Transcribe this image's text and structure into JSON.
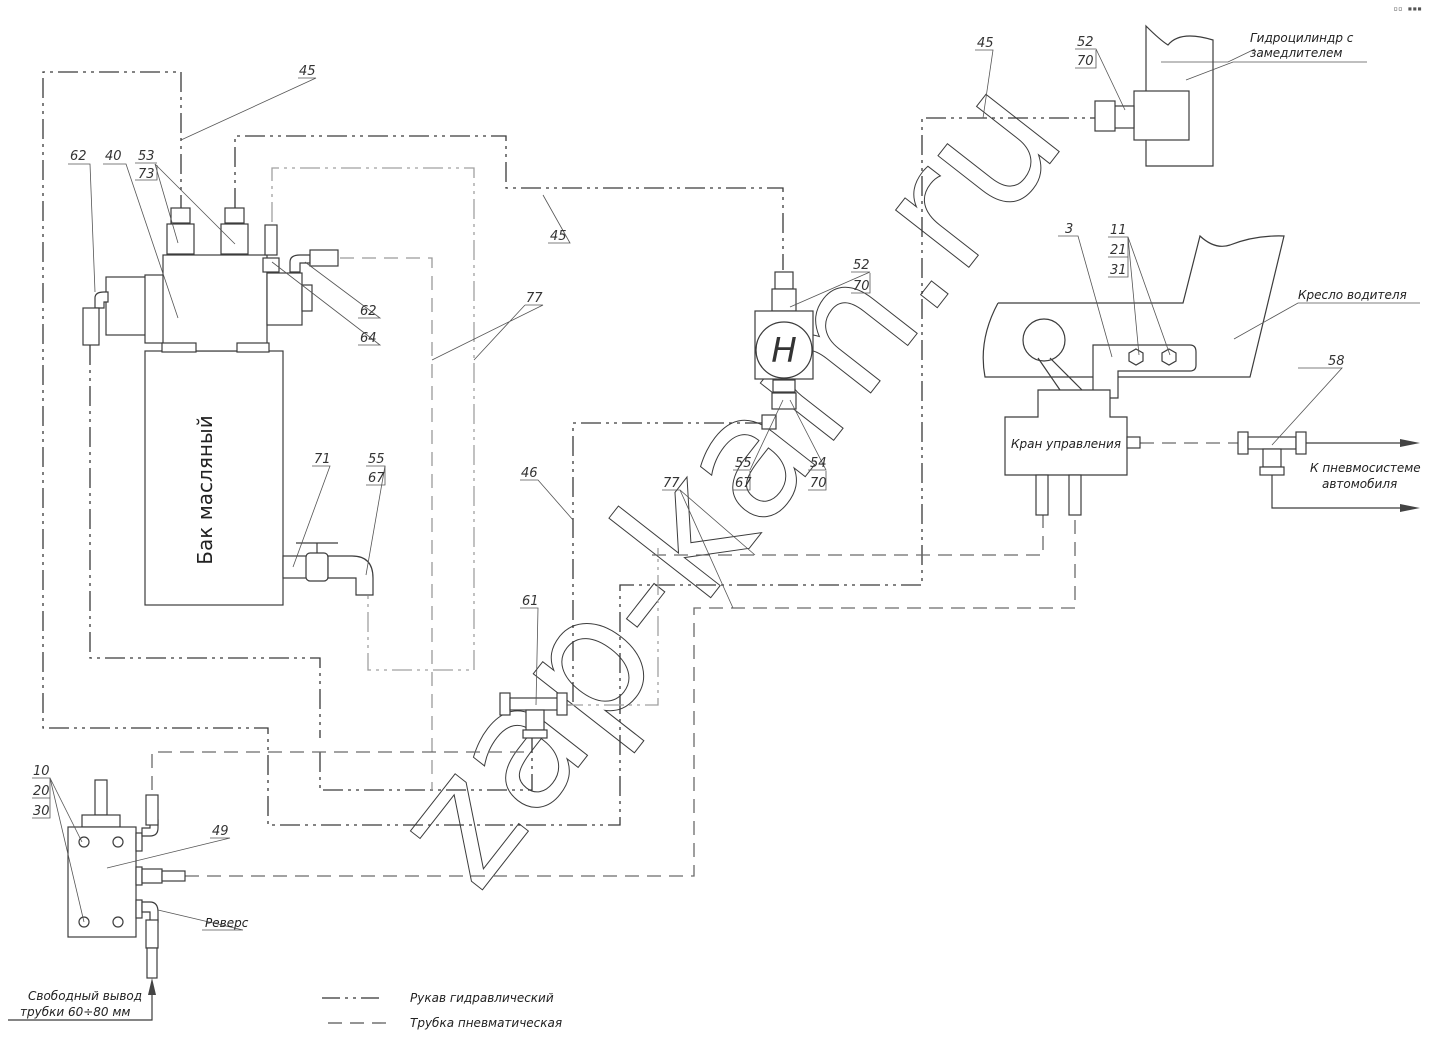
{
  "corner_controls": "▫▫ ▪▪▪",
  "components": {
    "oil_tank": "Бак масляный",
    "pump_symbol": "Н",
    "control_valve": "Кран управления",
    "hydro_cylinder": "Гидроцилиндр с замедлителем",
    "hydro_cylinder_line1": "Гидроцилиндр с",
    "hydro_cylinder_line2": "замедлителем",
    "driver_seat": "Кресло водителя",
    "reverse": "Реверс",
    "to_pneumatic_line1": "К пневмосистеме",
    "to_pneumatic_line2": "автомобиля",
    "free_outlet_line1": "Свободный вывод",
    "free_outlet_line2": "трубки 60÷80 мм"
  },
  "callouts": {
    "c62_left": "62",
    "c40": "40",
    "c53": "53",
    "c73": "73",
    "c45_top": "45",
    "c45_mid": "45",
    "c45_right": "45",
    "c62_right": "62",
    "c64": "64",
    "c77_top": "77",
    "c71": "71",
    "c55_tank": "55",
    "c67_tank": "67",
    "c52_pump": "52",
    "c70_pump": "70",
    "c55_pump": "55",
    "c67_pump": "67",
    "c54": "54",
    "c70_lower": "70",
    "c46": "46",
    "c77_mid": "77",
    "c61": "61",
    "c52_cyl": "52",
    "c70_cyl": "70",
    "c3": "3",
    "c11": "11",
    "c21": "21",
    "c31": "31",
    "c58": "58",
    "c10": "10",
    "c20": "20",
    "c30": "30",
    "c49": "49"
  },
  "legend": {
    "hydraulic_hose": "Рукав гидравлический",
    "pneumatic_tube": "Трубка пневматическая"
  },
  "watermark": "zap-kam.ru"
}
